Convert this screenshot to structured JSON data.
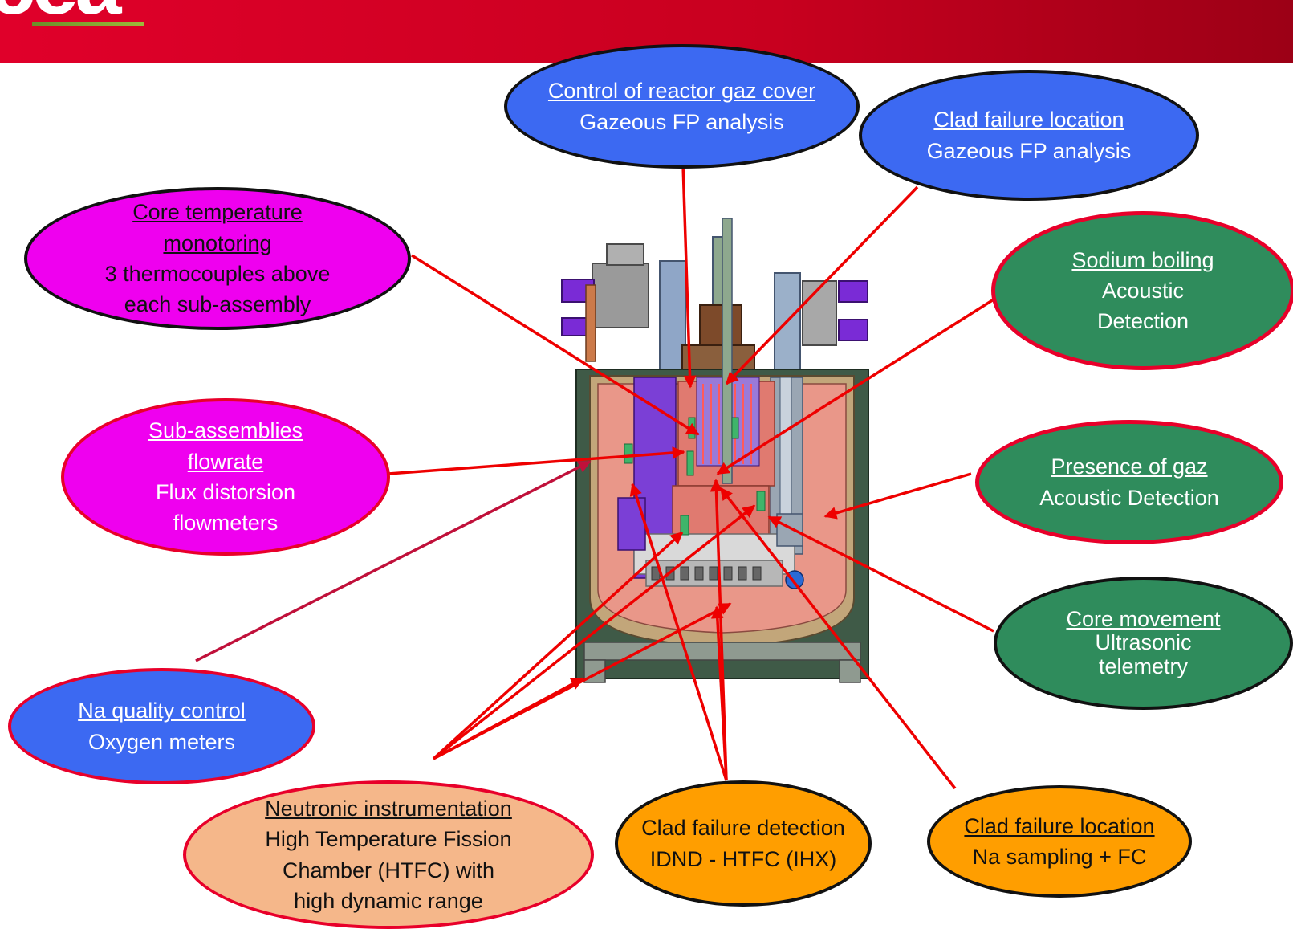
{
  "logo": {
    "text": "cea"
  },
  "bubbles": {
    "gas_cover": {
      "title": "Control of reactor gaz cover",
      "line1": "Gazeous FP analysis"
    },
    "clad_location_gas": {
      "title": "Clad failure location ",
      "line1": "Gazeous FP analysis"
    },
    "core_temp": {
      "title": "Core temperature",
      "title2": "monotoring",
      "line1": "3 thermocouples above",
      "line2": "each sub-assembly"
    },
    "sodium_boiling": {
      "title": "Sodium boiling",
      "line1": "Acoustic",
      "line2": "Detection"
    },
    "flowrate": {
      "title": "Sub-assemblies",
      "title2": "flowrate",
      "line1": "Flux distorsion",
      "line2": "flowmeters"
    },
    "gaz_presence": {
      "title": "Presence of gaz",
      "line1": "Acoustic Detection"
    },
    "core_movement": {
      "title": "Core movement",
      "line1": "Ultrasonic",
      "line2": "telemetry"
    },
    "na_quality": {
      "title": "Na quality control",
      "line1": "Oxygen meters"
    },
    "neutronic": {
      "title": "Neutronic instrumentation",
      "line1": "High Temperature Fission",
      "line2": "Chamber (HTFC) with",
      "line3": "high dynamic range"
    },
    "clad_detection": {
      "line1": "Clad failure detection",
      "line2": "IDND - HTFC (IHX)"
    },
    "clad_location_na": {
      "title": "Clad failure location ",
      "line1": "Na sampling + FC"
    }
  },
  "colors": {
    "banner": "#d0001f",
    "blue": "#3c69f2",
    "magenta": "#ef00ef",
    "green": "#2f8c5c",
    "orange": "#ff9e00",
    "peach": "#f5b78a",
    "arrow": "#ee0000"
  }
}
